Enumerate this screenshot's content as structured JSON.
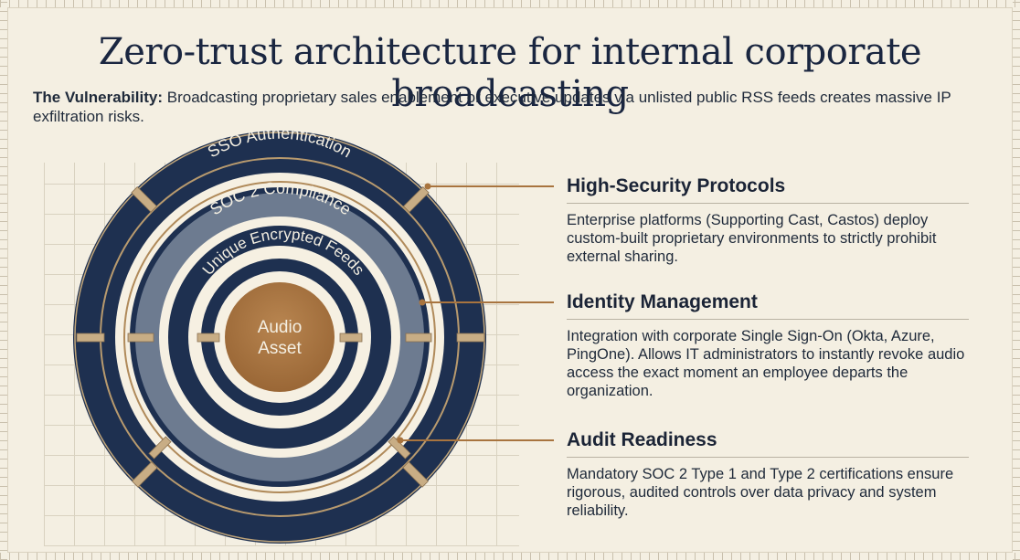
{
  "title": "Zero-trust architecture for internal corporate broadcasting",
  "vulnerability": {
    "label": "The Vulnerability:",
    "text": "Broadcasting proprietary sales enablement or executive updates via unlisted public RSS feeds creates massive IP exfiltration risks."
  },
  "diagram": {
    "center_label_line1": "Audio",
    "center_label_line2": "Asset",
    "ring_labels": [
      "SSO Authentication",
      "SOC 2 Compliance",
      "Unique Encrypted Feeds"
    ],
    "colors": {
      "navy": "#1e3050",
      "slate": "#66748a",
      "bronze": "#a8743f",
      "tan": "#c8ad85",
      "cream": "#f6f0e2"
    }
  },
  "panels": [
    {
      "heading": "High-Security Protocols",
      "text": "Enterprise platforms (Supporting Cast, Castos) deploy custom-built proprietary environments to strictly prohibit external sharing."
    },
    {
      "heading": "Identity Management",
      "text": "Integration with corporate Single Sign-On (Okta, Azure, PingOne). Allows IT administrators to instantly revoke audio access the exact moment an employee departs the organization."
    },
    {
      "heading": "Audit Readiness",
      "text": "Mandatory SOC 2 Type 1 and Type 2 certifications ensure rigorous, audited controls over data privacy and system reliability."
    }
  ]
}
